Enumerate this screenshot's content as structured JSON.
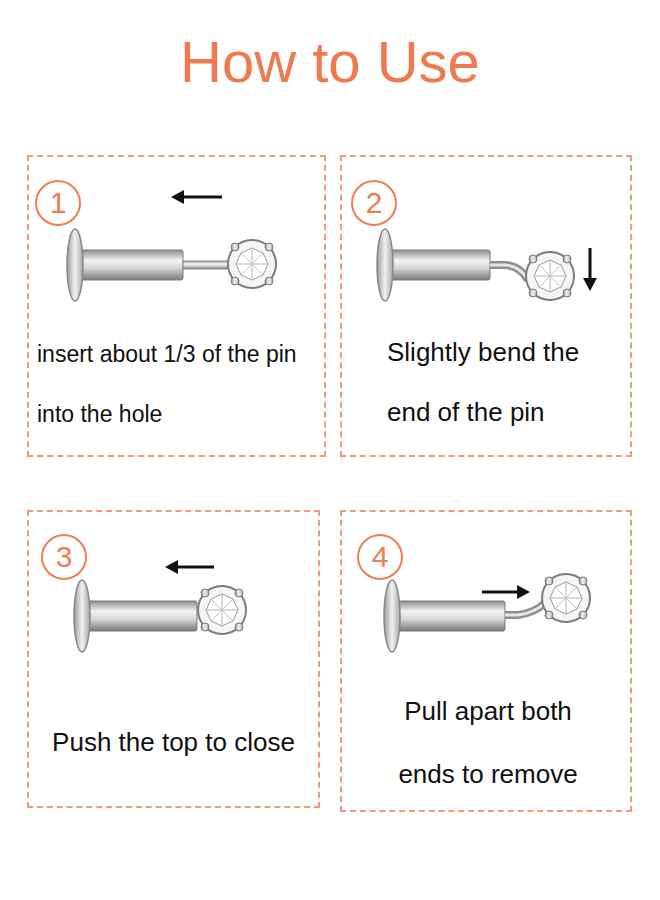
{
  "diagram": {
    "title": "How to Use",
    "nodes": [
      {
        "text": [
          "insert about 1/3 of the pin into the hole"
        ]
      },
      {
        "text": [
          "1"
        ],
        "in": 0
      },
      {
        "text": [
          "Slightly bend the end of the pin"
        ]
      },
      {
        "text": [
          "2"
        ],
        "in": 2
      },
      {
        "text": [
          "Push the top to close"
        ]
      },
      {
        "text": [
          "3"
        ],
        "in": 4
      },
      {
        "text": [
          "Pull apart both ends to remove"
        ]
      },
      {
        "text": [
          "4"
        ],
        "in": 6
      }
    ]
  }
}
